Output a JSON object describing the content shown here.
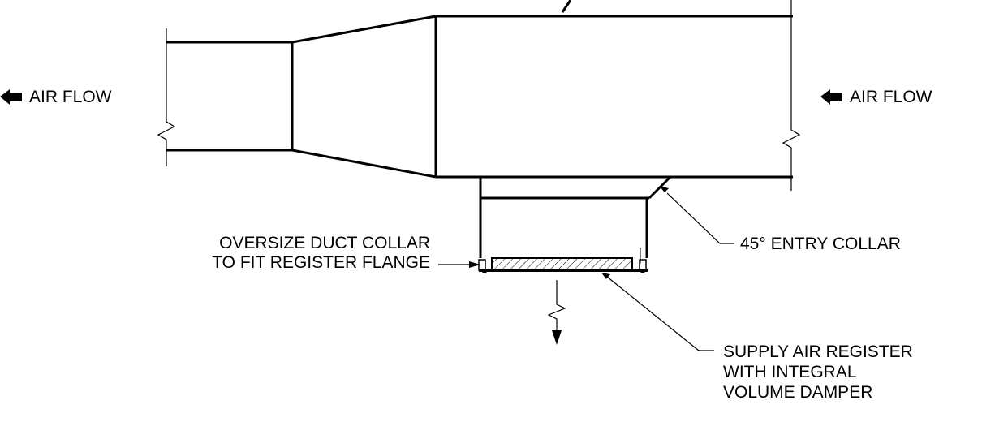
{
  "labels": {
    "air_flow_left": "AIR FLOW",
    "air_flow_right": "AIR FLOW",
    "oversize_collar": [
      "OVERSIZE DUCT COLLAR",
      "TO FIT REGISTER FLANGE"
    ],
    "entry_collar": "45° ENTRY COLLAR",
    "supply_register": [
      "SUPPLY AIR REGISTER",
      "WITH INTEGRAL",
      "VOLUME DAMPER"
    ]
  },
  "colors": {
    "line": "#000000",
    "background": "#ffffff"
  },
  "icons": [
    "left-arrow-icon",
    "left-arrow-icon",
    "down-arrow-icon"
  ]
}
